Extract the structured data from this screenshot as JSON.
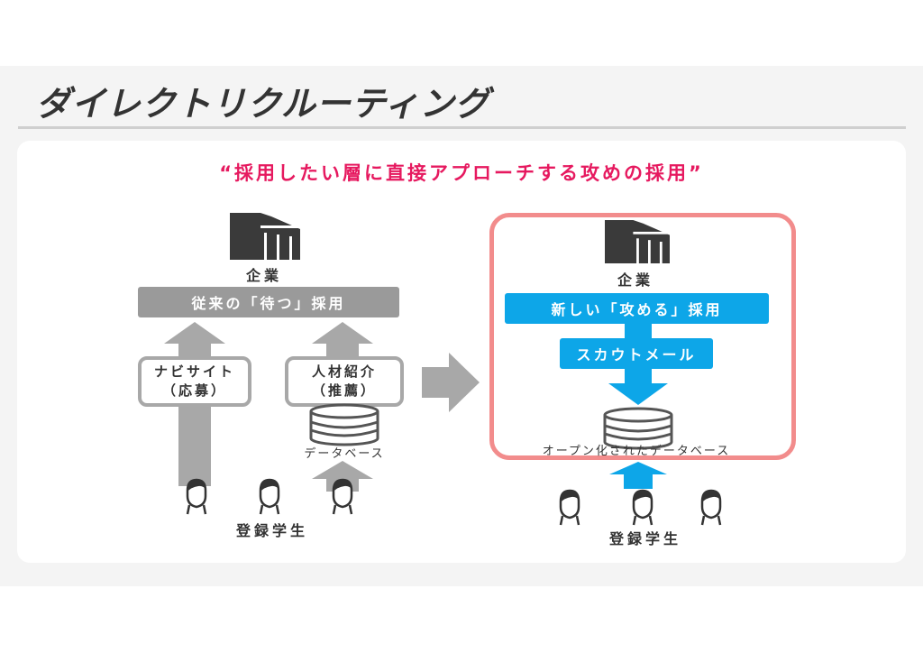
{
  "slide": {
    "title": "ダイレクトリクルーティング",
    "headline": "“採用したい層に直接アプローチする攻めの採用”"
  },
  "left_diagram": {
    "company_label": "企業",
    "bar_label": "従来の「待つ」採用",
    "navi_box": {
      "line1": "ナビサイト",
      "line2": "（応募）"
    },
    "agent_box": {
      "line1": "人材紹介",
      "line2": "（推薦）"
    },
    "database_label": "データベース",
    "students_label": "登録学生"
  },
  "right_diagram": {
    "company_label": "企業",
    "bar_label": "新しい「攻める」採用",
    "scout_label": "スカウトメール",
    "database_label": "オープン化されたデータベース",
    "students_label": "登録学生"
  },
  "colors": {
    "accent_pink": "#e6195f",
    "blue": "#0da6e8",
    "gray": "#9a9a9a",
    "frame": "#f28c8c",
    "dark": "#444444"
  },
  "icons": [
    "building-icon",
    "database-icon",
    "person-icon",
    "arrow-up-icon",
    "arrow-down-icon",
    "arrow-right-icon"
  ]
}
